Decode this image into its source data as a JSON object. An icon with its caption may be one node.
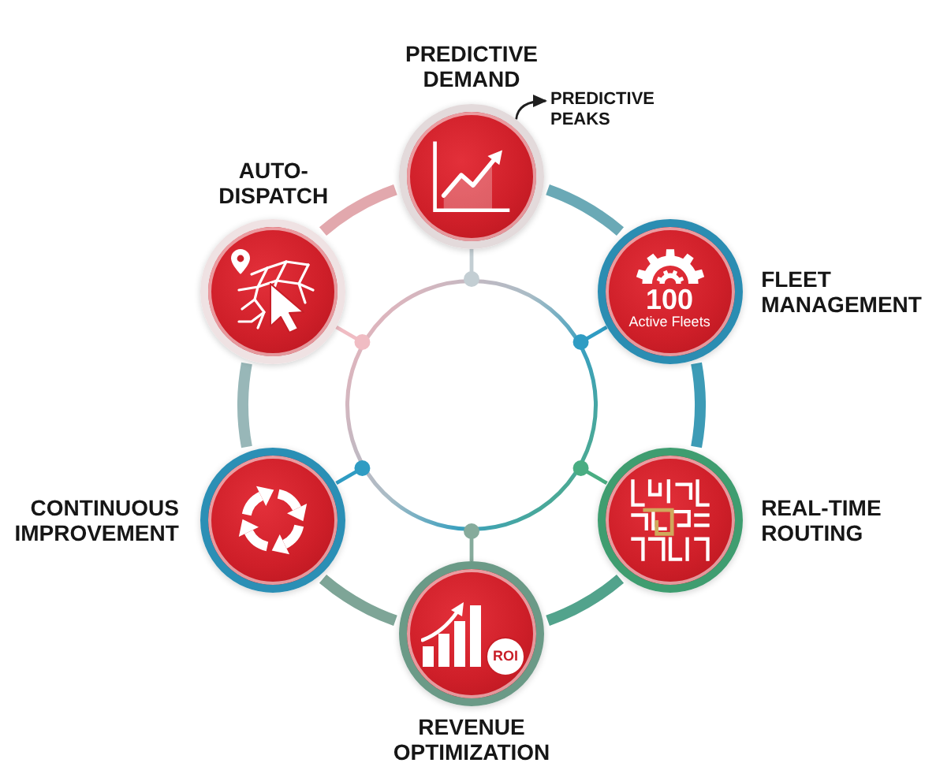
{
  "diagram": {
    "nodes": [
      {
        "text": [
          "PREDICTIVE DEMAND"
        ]
      },
      {
        "text": [
          "PREDICTIVE PEAKS"
        ]
      },
      {
        "text": [
          "AUTO-DISPATCH"
        ]
      },
      {
        "text": [
          "100",
          "Active Fleets",
          "FLEET MANAGEMENT"
        ]
      },
      {
        "text": [],
        "shape": "circle"
      },
      {
        "text": [
          "CONTINUOUS IMPROVEMENT"
        ]
      },
      {
        "text": [
          "REAL-TIME ROUTING"
        ]
      },
      {
        "text": [
          "ROI",
          "REVENUE OPTIMIZATION"
        ]
      }
    ],
    "edges": [
      {
        "from": 0,
        "to": 3,
        "arrow": "none",
        "style": "thick",
        "color": "#6aa9b6"
      },
      {
        "from": 3,
        "to": 6,
        "arrow": "none",
        "style": "thick",
        "color": "#3d9bb6"
      },
      {
        "from": 6,
        "to": 7,
        "arrow": "none",
        "style": "thick",
        "color": "#52a38c"
      },
      {
        "from": 7,
        "to": 5,
        "arrow": "none",
        "style": "thick",
        "color": "#7ea597"
      },
      {
        "from": 5,
        "to": 2,
        "arrow": "none",
        "style": "thick",
        "color": "#98b7b8"
      },
      {
        "from": 2,
        "to": 0,
        "arrow": "none",
        "style": "thick",
        "color": "#e2a8ad"
      },
      {
        "from": 0,
        "to": 4,
        "arrow": "other",
        "color": "#c3ced3"
      },
      {
        "from": 3,
        "to": 4,
        "arrow": "other",
        "color": "#2f9cc3"
      },
      {
        "from": 6,
        "to": 4,
        "arrow": "other",
        "color": "#49ad82"
      },
      {
        "from": 7,
        "to": 4,
        "arrow": "other",
        "color": "#86ab9c"
      },
      {
        "from": 5,
        "to": 4,
        "arrow": "other",
        "color": "#2f9cc3"
      },
      {
        "from": 2,
        "to": 4,
        "arrow": "other",
        "color": "#f0bcc3"
      },
      {
        "from": 0,
        "to": 1,
        "arrow": "to",
        "color": "#1f1f1f"
      }
    ]
  }
}
